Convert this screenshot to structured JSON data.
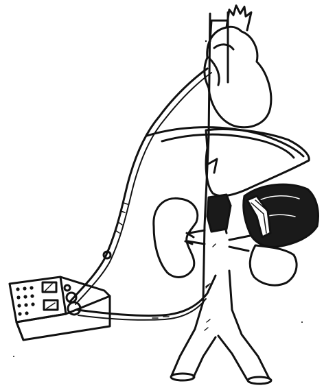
{
  "diagram": {
    "style": "black-and-white line illustration",
    "ink_color": "#111111",
    "paper_color": "#ffffff",
    "fill_dark": "#1a1a1a",
    "parts": [
      "heart",
      "aorta",
      "vena-cava",
      "liver",
      "spleen",
      "right-kidney",
      "left-kidney",
      "iliac-bifurcation",
      "catheter-lead",
      "control-box"
    ]
  }
}
